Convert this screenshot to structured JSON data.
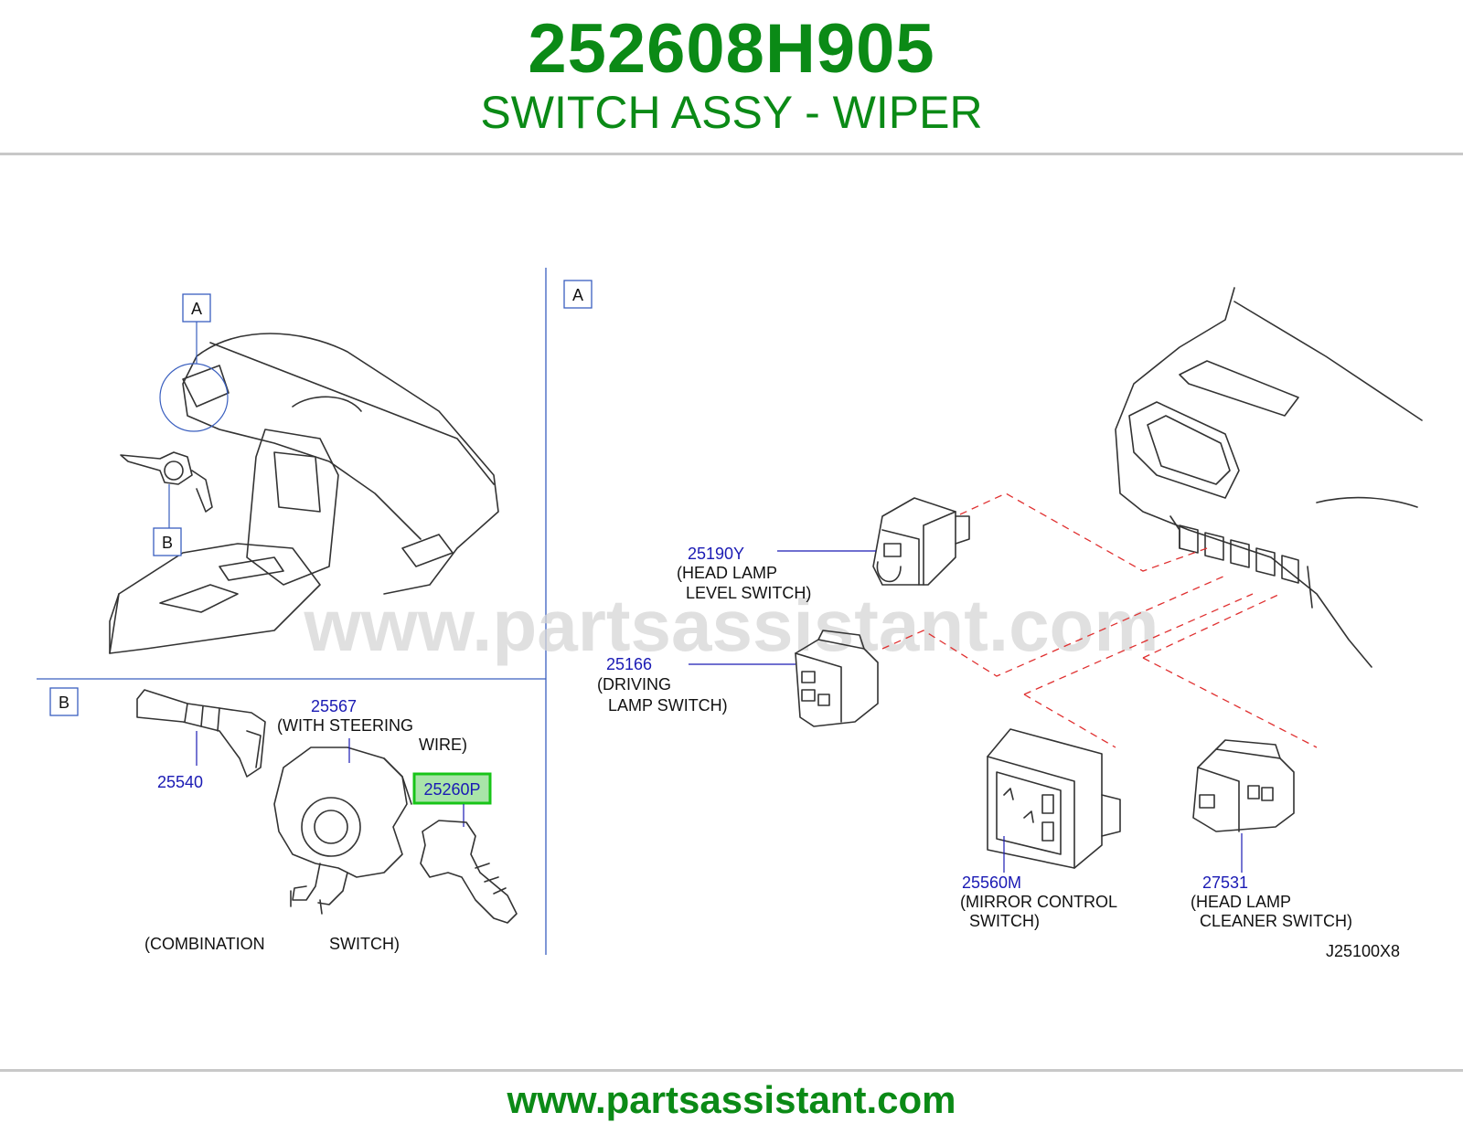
{
  "header": {
    "part_number": "252608H905",
    "description": "SWITCH ASSY - WIPER"
  },
  "diagram": {
    "views": {
      "top_left_ref_a": "A",
      "top_left_ref_b": "B",
      "section_b_label": "B",
      "section_a_label": "A"
    },
    "parts": {
      "p25567": {
        "number": "25567",
        "desc_line1": "(WITH   STEERING",
        "desc_line2": "WIRE)"
      },
      "p25540": {
        "number": "25540"
      },
      "p25260P": {
        "number": "25260P",
        "highlighted": true
      },
      "combination": {
        "desc_left": "(COMBINATION",
        "desc_right": "SWITCH)"
      },
      "p25190Y": {
        "number": "25190Y",
        "desc_line1": "(HEAD   LAMP",
        "desc_line2": "LEVEL   SWITCH)"
      },
      "p25166": {
        "number": "25166",
        "desc_line1": "(DRIVING",
        "desc_line2": "LAMP   SWITCH)"
      },
      "p25560M": {
        "number": "25560M",
        "desc_line1": "(MIRROR   CONTROL",
        "desc_line2": "SWITCH)"
      },
      "p27531": {
        "number": "27531",
        "desc_line1": "(HEAD   LAMP",
        "desc_line2": "CLEANER   SWITCH)"
      }
    },
    "diagram_code": "J25100X8",
    "watermark": "www.partsassistant.com"
  },
  "footer": {
    "url": "www.partsassistant.com"
  },
  "colors": {
    "brand_green": "#0b8a16",
    "part_number_blue": "#1a1ab4",
    "highlight_green": "#18c418",
    "connector_red": "#e03030"
  }
}
